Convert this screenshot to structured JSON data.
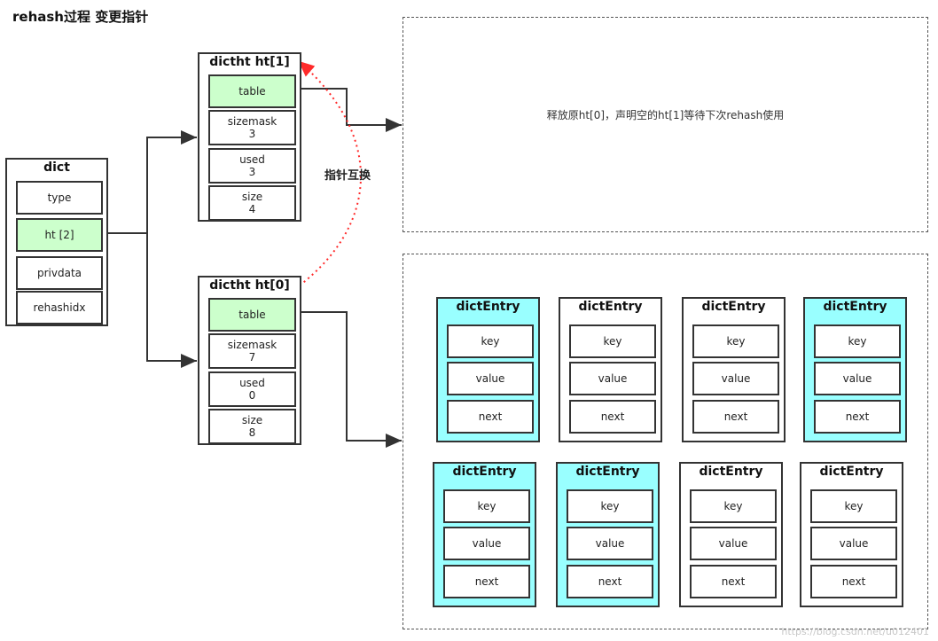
{
  "title": "rehash过程 变更指针",
  "dict": {
    "title": "dict",
    "fields": [
      {
        "label": "type"
      },
      {
        "label": "ht [2]"
      },
      {
        "label": "privdata"
      },
      {
        "label": "rehashidx"
      }
    ]
  },
  "ht1": {
    "title": "dictht ht[1]",
    "table": "table",
    "sizemask": {
      "label": "sizemask",
      "value": "3"
    },
    "used": {
      "label": "used",
      "value": "3"
    },
    "size": {
      "label": "size",
      "value": "4"
    }
  },
  "ht0": {
    "title": "dictht ht[0]",
    "table": "table",
    "sizemask": {
      "label": "sizemask",
      "value": "7"
    },
    "used": {
      "label": "used",
      "value": "0"
    },
    "size": {
      "label": "size",
      "value": "8"
    }
  },
  "swap_label": "指针互换",
  "release_note": "释放原ht[0]，声明空的ht[1]等待下次rehash使用",
  "entry": {
    "title": "dictEntry",
    "key": "key",
    "value": "value",
    "next": "next"
  },
  "entry_rows": [
    [
      {
        "highlight": true
      },
      {
        "highlight": false
      },
      {
        "highlight": false
      },
      {
        "highlight": true
      }
    ],
    [
      {
        "highlight": true
      },
      {
        "highlight": true
      },
      {
        "highlight": false
      },
      {
        "highlight": false
      }
    ]
  ],
  "colors": {
    "highlight_green": "#ccffcc",
    "highlight_cyan": "#99ffff",
    "swap_arrow": "#ff2a2a",
    "line": "#333333"
  },
  "watermark": "https://blog.csdn.net/u012401"
}
